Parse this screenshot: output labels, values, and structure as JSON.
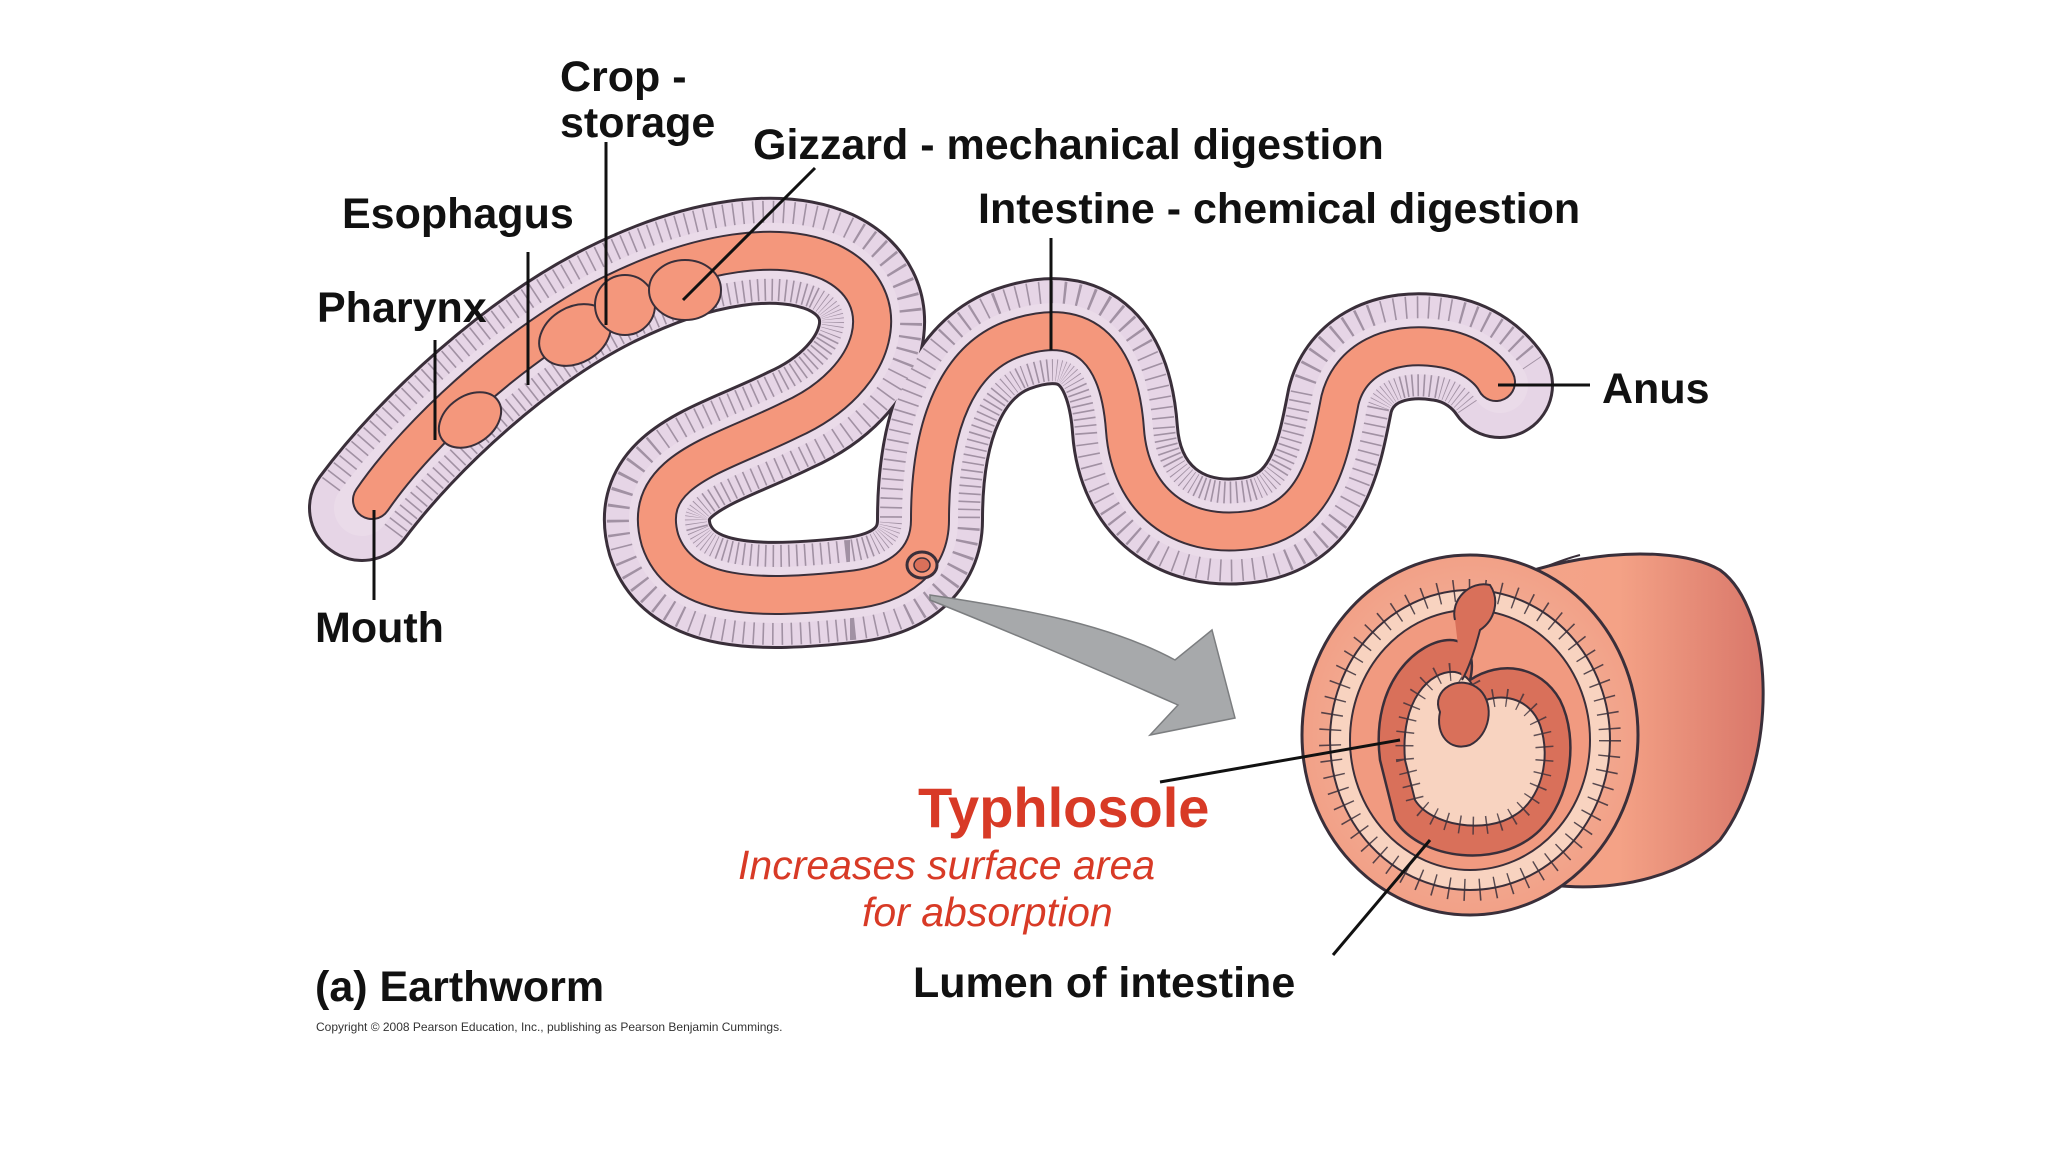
{
  "labels": {
    "crop_line1": "Crop -",
    "crop_line2": "storage",
    "gizzard": "Gizzard - mechanical digestion",
    "esophagus": "Esophagus",
    "intestine": "Intestine - chemical digestion",
    "pharynx": "Pharynx",
    "anus": "Anus",
    "mouth": "Mouth",
    "typhlosole": "Typhlosole",
    "typhlosole_note_line1": "Increases surface area",
    "typhlosole_note_line2": "for absorption",
    "lumen": "Lumen of intestine",
    "panel_caption": "(a) Earthworm",
    "copyright": "Copyright © 2008 Pearson Education, Inc., publishing as Pearson Benjamin Cummings."
  },
  "colors": {
    "worm_body": "#e6d5e6",
    "worm_outline": "#3a2f3a",
    "gut": "#f4977c",
    "gut_dark": "#d9705a",
    "callout_red": "#d83a26",
    "arrow_gray": "#a7a9ab"
  }
}
